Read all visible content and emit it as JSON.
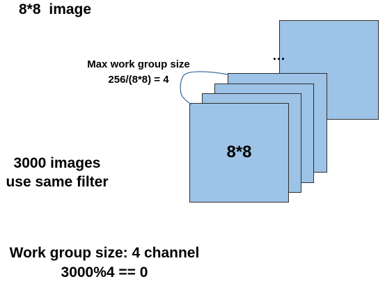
{
  "title": "8*8  image",
  "annotation": {
    "line1": "Max work group size",
    "line2": "256/(8*8) = 4"
  },
  "stack": {
    "front_label": "8*8",
    "ellipsis": "…",
    "fill_color": "#9dc3e6",
    "border_color": "#2e2e2e",
    "bracket_color": "#41719c"
  },
  "left_note": {
    "line1": "3000 images",
    "line2": "use same filter"
  },
  "bottom_note": {
    "line1": "Work group size: 4 channel",
    "line2": "3000%4 == 0"
  }
}
